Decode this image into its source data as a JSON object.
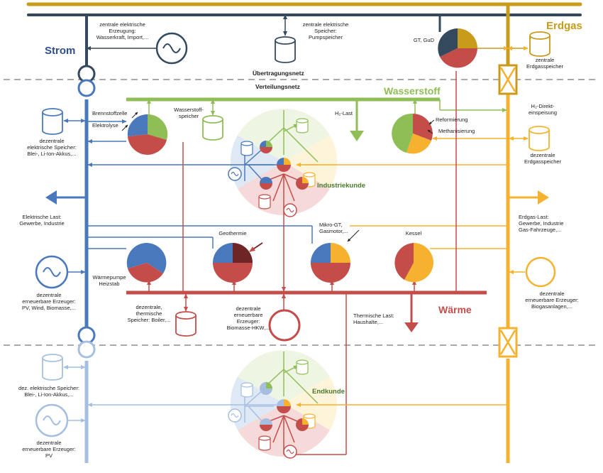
{
  "colors": {
    "strom": "#4a78bd",
    "strom_light": "#a6bfe0",
    "strom_dark": "#2e4f88",
    "gas": "#f6b22f",
    "gas_dark": "#c89b1a",
    "h2": "#8fbe56",
    "waerme": "#c44d4a",
    "waerme_dark": "#6e2525",
    "navy": "#34495e",
    "dashed": "#777777"
  },
  "sections": {
    "strom": "Strom",
    "erdgas": "Erdgas",
    "wasserstoff": "Wasserstoff",
    "waerme": "Wärme",
    "uebertragungsnetz": "Übertragungsnetz",
    "verteilungsnetz": "Verteilungsnetz",
    "industriekunde": "Industriekunde",
    "endkunde": "Endkunde"
  },
  "labels": {
    "zentrale_erzeugung": "zentrale elektrische\nErzeugung:\nWasserkraft, Import,...",
    "zentrale_speicher": "zentrale elektrische\nSpeicher:\nPumpspeicher",
    "gt_gud": "GT, GuD",
    "zentrale_erdgasspeicher": "zentrale\nErdgasspeicher",
    "brennstoffzelle": "Brennstoffzelle",
    "elektrolyse": "Elektrolyse",
    "wasserstoffspeicher": "Wasserstoff-\nspeicher",
    "h2_last": "H₂-Last",
    "reformierung": "Reformierung",
    "methanisierung": "Methanisierung",
    "h2_direkt": "H₂-Direkt-\neinspeisung",
    "dezentrale_erdgasspeicher": "dezentrale\nErdgasspeicher",
    "dez_el_speicher": "dezentrale\nelektrische Speicher:\nBlei-, Li-Ion-Akkus,...",
    "el_last": "Elektrische Last:\nGewerbe, Industrie",
    "erdgas_last": "Erdgas-Last:\nGewerbe, Industrie\nGas-Fahrzeuge,...",
    "geothermie": "Geothermie",
    "mikro_gt": "Mikro-GT,\nGasmotor,...",
    "kessel": "Kessel",
    "waermepumpe": "Wärmepumpe\nHeizstab",
    "dez_ee_erzeuger": "dezentrale\nerneuerbare Erzeuger:\nPV, Wind, Biomasse,...",
    "dez_th_speicher": "dezentrale,\nthermische\nSpeicher: Boiler,...",
    "dez_ee_hkw": "dezentrale\nerneuerbare\nErzeuger:\nBiomasse-HKW,...",
    "thermische_last": "Thermische Last:\nHaushalte,...",
    "biogas": "dezentrale\nerneuerbare Erzeuger:\nBiogasanlagen,...",
    "dez_el_speicher2": "dez. elektrische Speicher:\nBlei-, Li-Ion-Akkus,...",
    "dez_ee_pv": "dezentrale\nerneuerbare Erzeuger:\nPV"
  }
}
